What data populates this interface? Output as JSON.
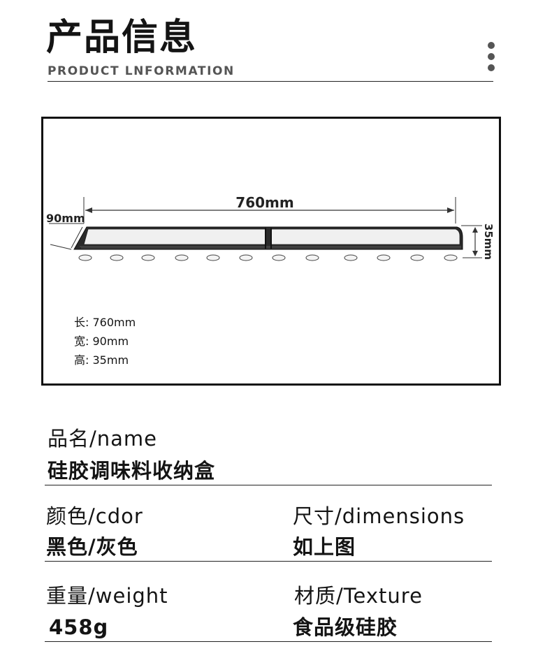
{
  "header": {
    "title": "产品信息",
    "subtitle": "PRODUCT LNFORMATION"
  },
  "diagram": {
    "length_label": "760mm",
    "width_label": "90mm",
    "height_label": "35mm",
    "specs": [
      {
        "key": "长:",
        "value": "760mm"
      },
      {
        "key": "宽:",
        "value": "90mm"
      },
      {
        "key": "高:",
        "value": "35mm"
      }
    ]
  },
  "info": {
    "name_label": "品名/name",
    "name_value": "硅胶调味料收纳盒",
    "color_label": "颜色/cdor",
    "color_value": "黑色/灰色",
    "size_label": "尺寸/dimensions",
    "size_value": "如上图",
    "weight_label": "重量/weight",
    "weight_value": "458g",
    "texture_label": "材质/Texture",
    "texture_value": "食品级硅胶"
  },
  "colors": {
    "text": "#141414",
    "subtitle": "#555555",
    "product": "#1a1a1a"
  }
}
